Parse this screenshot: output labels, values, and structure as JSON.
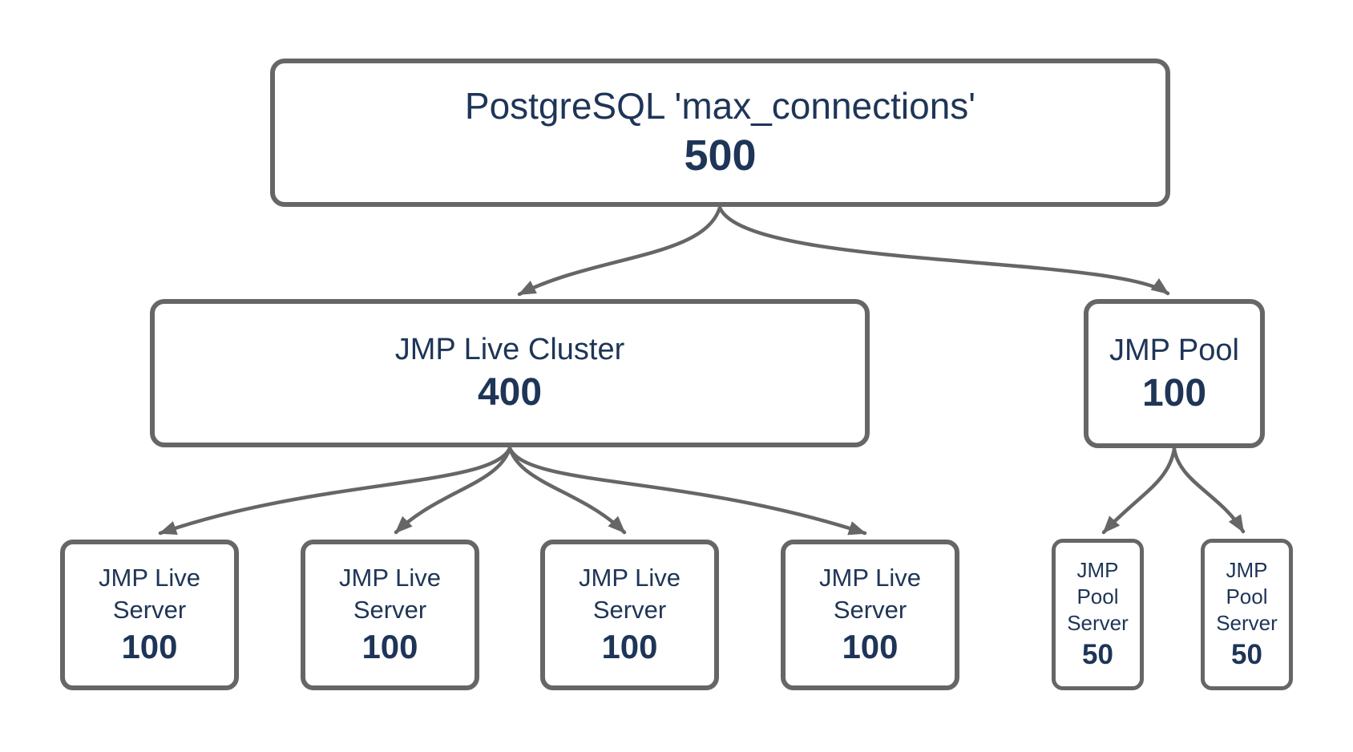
{
  "nodes": {
    "root": {
      "label": "PostgreSQL 'max_connections'",
      "value": "500"
    },
    "cluster": {
      "label": "JMP Live Cluster",
      "value": "400"
    },
    "pool": {
      "label": "JMP Pool",
      "value": "100"
    },
    "live_servers": [
      {
        "line1": "JMP Live",
        "line2": "Server",
        "value": "100"
      },
      {
        "line1": "JMP Live",
        "line2": "Server",
        "value": "100"
      },
      {
        "line1": "JMP Live",
        "line2": "Server",
        "value": "100"
      },
      {
        "line1": "JMP Live",
        "line2": "Server",
        "value": "100"
      }
    ],
    "pool_servers": [
      {
        "line1": "JMP",
        "line2": "Pool",
        "line3": "Server",
        "value": "50"
      },
      {
        "line1": "JMP",
        "line2": "Pool",
        "line3": "Server",
        "value": "50"
      }
    ]
  },
  "edges": [
    {
      "from": "postgresql-max-connections",
      "to": "jmp-live-cluster"
    },
    {
      "from": "postgresql-max-connections",
      "to": "jmp-pool"
    },
    {
      "from": "jmp-live-cluster",
      "to": "jmp-live-server-1"
    },
    {
      "from": "jmp-live-cluster",
      "to": "jmp-live-server-2"
    },
    {
      "from": "jmp-live-cluster",
      "to": "jmp-live-server-3"
    },
    {
      "from": "jmp-live-cluster",
      "to": "jmp-live-server-4"
    },
    {
      "from": "jmp-pool",
      "to": "jmp-pool-server-1"
    },
    {
      "from": "jmp-pool",
      "to": "jmp-pool-server-2"
    }
  ],
  "colors": {
    "box_border": "#666666",
    "arrow": "#666666",
    "text": "#1e3557",
    "background": "#ffffff"
  }
}
